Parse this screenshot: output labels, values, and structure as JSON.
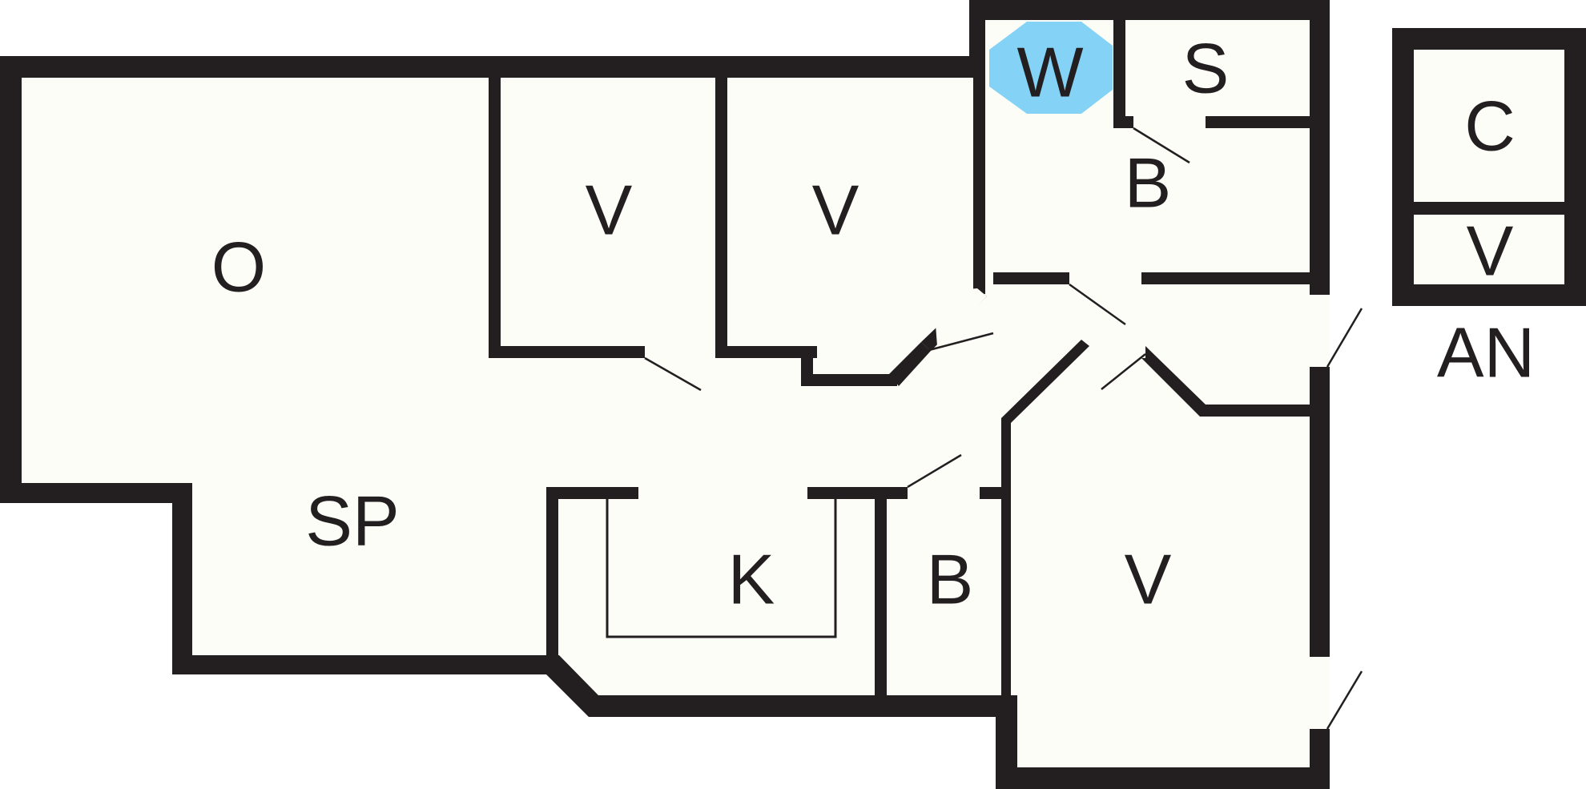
{
  "plan": {
    "rooms": [
      {
        "id": "living",
        "label": "O"
      },
      {
        "id": "dining",
        "label": "SP"
      },
      {
        "id": "bedroom-1",
        "label": "V"
      },
      {
        "id": "bedroom-2",
        "label": "V"
      },
      {
        "id": "washer",
        "label": "W"
      },
      {
        "id": "sauna",
        "label": "S"
      },
      {
        "id": "bath-upper",
        "label": "B"
      },
      {
        "id": "kitchen",
        "label": "K"
      },
      {
        "id": "bath-lower",
        "label": "B"
      },
      {
        "id": "bedroom-3",
        "label": "V"
      }
    ],
    "annex": {
      "label": "AN",
      "rooms": [
        {
          "id": "annex-c",
          "label": "C"
        },
        {
          "id": "annex-v",
          "label": "V"
        }
      ]
    },
    "colors": {
      "wall": "#231f20",
      "floor": "#fdfdf8",
      "washer_highlight": "#84d3f6"
    }
  }
}
